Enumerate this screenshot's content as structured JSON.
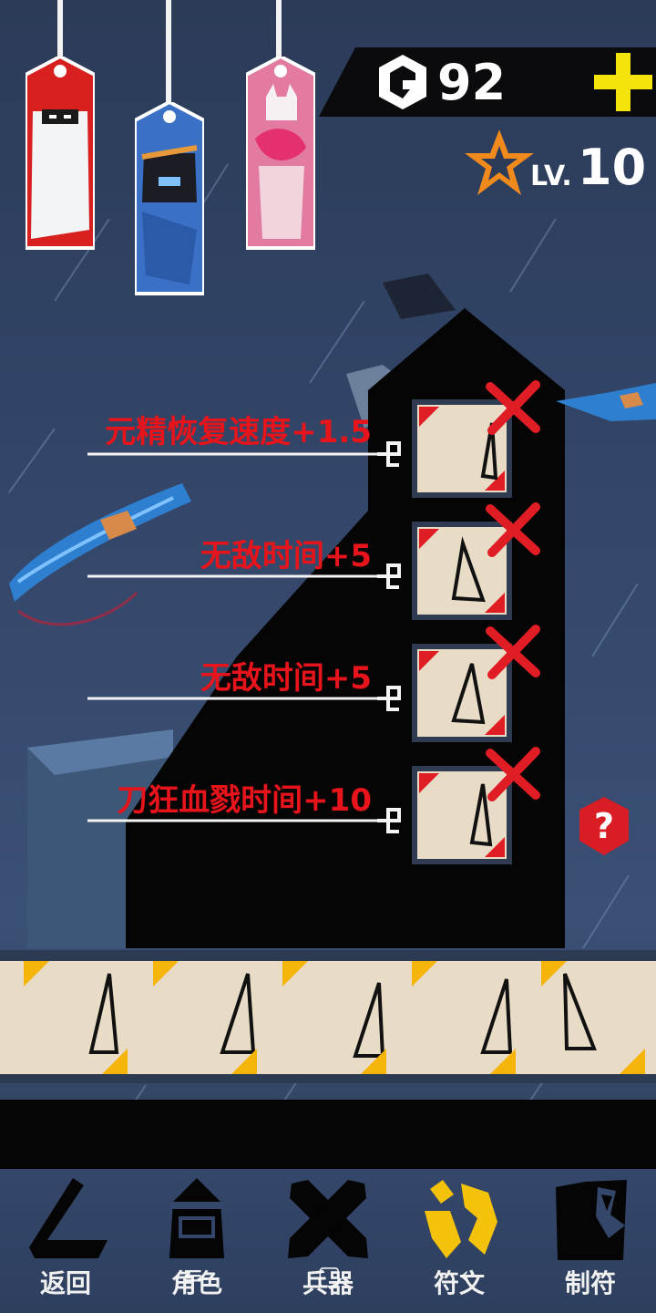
{
  "hud": {
    "currency_value": "92",
    "level_prefix": "LV.",
    "level_value": "10"
  },
  "colors": {
    "accent_yellow": "#f4d30c",
    "label_red": "#e8141b",
    "star_orange": "#f08a1c",
    "parchment": "#e8dcc6"
  },
  "runes": {
    "slots": [
      {
        "effect": "元精恢复速度+1.5"
      },
      {
        "effect": "无敌时间+5"
      },
      {
        "effect": "无敌时间+5"
      },
      {
        "effect": "刀狂血戮时间+10"
      }
    ]
  },
  "nav": {
    "items": [
      {
        "label": "返回",
        "icon": "back-icon"
      },
      {
        "label": "角色",
        "icon": "character-icon"
      },
      {
        "label": "兵器",
        "icon": "weapon-icon"
      },
      {
        "label": "符文",
        "icon": "rune-icon"
      },
      {
        "label": "制符",
        "icon": "craft-icon"
      }
    ],
    "system": {
      "menu": "≡",
      "home": "▢",
      "back": "‹"
    }
  }
}
